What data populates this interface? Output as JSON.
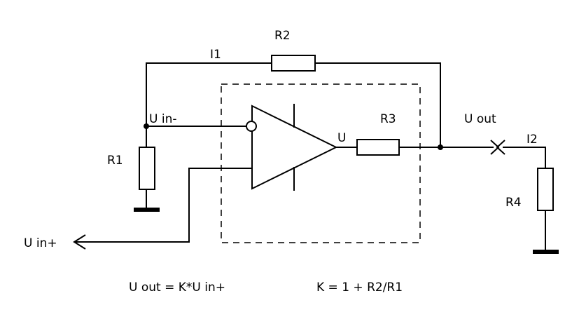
{
  "labels": {
    "r1": "R1",
    "r2": "R2",
    "r3": "R3",
    "r4": "R4",
    "i1": "I1",
    "i2": "I2",
    "u": "U",
    "u_in_minus": "U in-",
    "u_in_plus": "U in+",
    "u_out": "U out"
  },
  "formulas": {
    "output": "U out = K*U in+",
    "gain": "K = 1 + R2/R1"
  }
}
